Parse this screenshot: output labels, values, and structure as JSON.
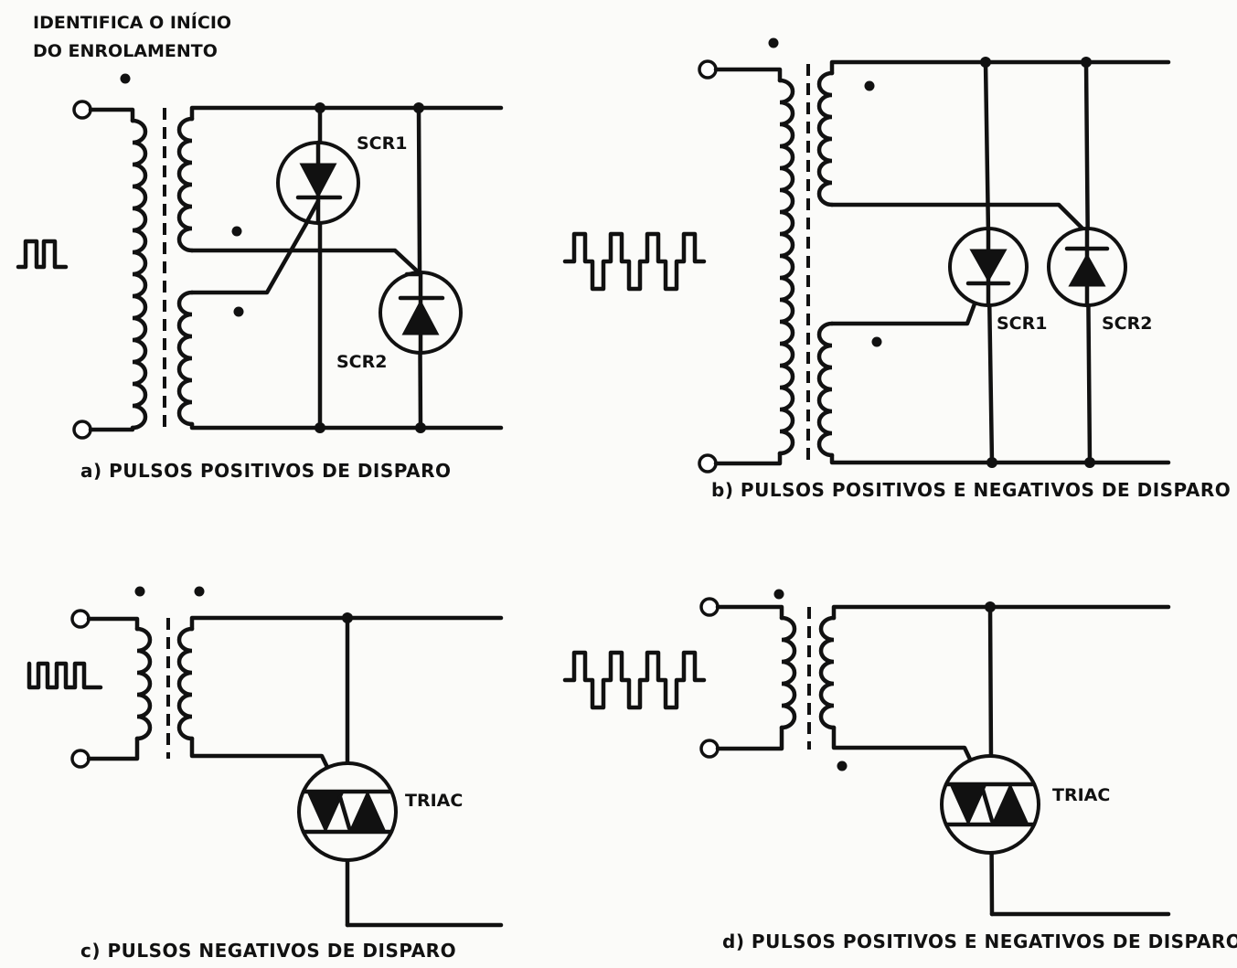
{
  "annotation": {
    "line1": "IDENTIFICA O INÍCIO",
    "line2": "DO ENROLAMENTO"
  },
  "panel_a": {
    "caption": "a) PULSOS POSITIVOS DE DISPARO",
    "scr1": "SCR1",
    "scr2": "SCR2"
  },
  "panel_b": {
    "caption": "b) PULSOS POSITIVOS E NEGATIVOS DE DISPARO",
    "scr1": "SCR1",
    "scr2": "SCR2"
  },
  "panel_c": {
    "caption": "c) PULSOS NEGATIVOS DE DISPARO",
    "triac": "TRIAC"
  },
  "panel_d": {
    "caption": "d) PULSOS POSITIVOS E NEGATIVOS DE DISPARO",
    "triac": "TRIAC"
  },
  "colors": {
    "ink": "#111111",
    "paper": "#fbfbf9"
  }
}
